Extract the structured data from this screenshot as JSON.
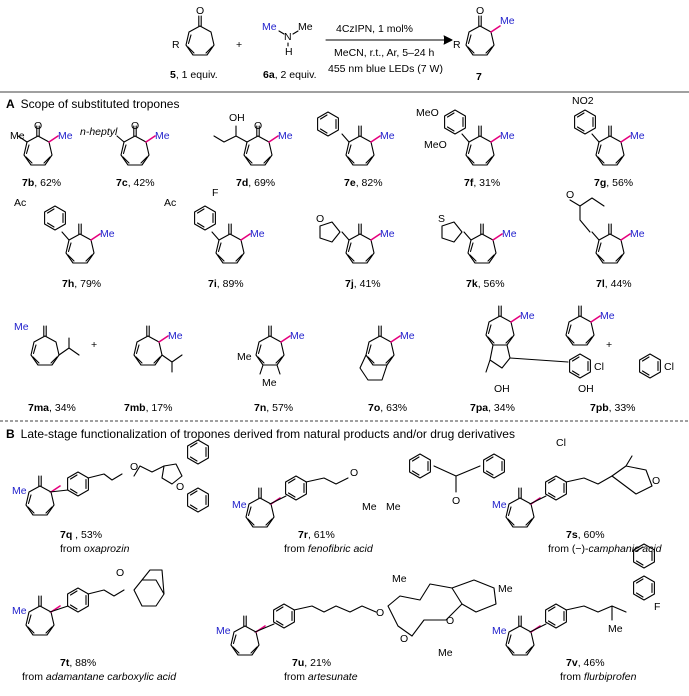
{
  "reaction": {
    "reagent_top": "4CzIPN, 1 mol%",
    "cond_line1": "MeCN, r.t., Ar, 5–24 h",
    "cond_line2": "455 nm blue LEDs (7 W)",
    "sm_num": "5",
    "sm_eq": ", 1 equiv.",
    "amine_num": "6a",
    "amine_eq": ", 2 equiv.",
    "product_num": "7",
    "plus": "+",
    "me": "Me",
    "n": "N",
    "h": "H",
    "r": "R",
    "o": "O"
  },
  "section_a": {
    "letter": "A",
    "title": "Scope of substituted tropones",
    "items": [
      {
        "id": "7b",
        "yield": ", 62%"
      },
      {
        "id": "7c",
        "yield": ", 42%"
      },
      {
        "id": "7d",
        "yield": ", 69%"
      },
      {
        "id": "7e",
        "yield": ", 82%"
      },
      {
        "id": "7f",
        "yield": ", 31%"
      },
      {
        "id": "7g",
        "yield": ", 56%"
      },
      {
        "id": "7h",
        "yield": ", 79%"
      },
      {
        "id": "7i",
        "yield": ", 89%"
      },
      {
        "id": "7j",
        "yield": ", 41%"
      },
      {
        "id": "7k",
        "yield": ", 56%"
      },
      {
        "id": "7l",
        "yield": ", 44%"
      },
      {
        "id": "7ma",
        "yield": ", 34%"
      },
      {
        "id": "7mb",
        "yield": ", 17%"
      },
      {
        "id": "7n",
        "yield": ", 57%"
      },
      {
        "id": "7o",
        "yield": ", 63%"
      },
      {
        "id": "7pa",
        "yield": ", 34%"
      },
      {
        "id": "7pb",
        "yield": ", 33%"
      }
    ],
    "atoms": {
      "nheptyl": "n-heptyl",
      "oh": "OH",
      "meo": "MeO",
      "no2": "NO2",
      "ace": "Ac",
      "f": "F",
      "o": "O",
      "s": "S",
      "cl": "Cl",
      "me": "Me"
    }
  },
  "section_b": {
    "letter": "B",
    "title": "Late-stage functionalization of tropones derived from natural products and/or drug derivatives",
    "items": [
      {
        "id": "7q",
        "yield": " , 53%",
        "from": "from ",
        "source": "oxaprozin"
      },
      {
        "id": "7r",
        "yield": ", 61%",
        "from": "from ",
        "source": "fenofibric acid"
      },
      {
        "id": "7s",
        "yield": ", 60%",
        "from": "from (−)-",
        "source": "camphanic acid"
      },
      {
        "id": "7t",
        "yield": ", 88%",
        "from": "from ",
        "source": "adamantane carboxylic acid"
      },
      {
        "id": "7u",
        "yield": ", 21%",
        "from": "from ",
        "source": "artesunate"
      },
      {
        "id": "7v",
        "yield": ", 46%",
        "from": "from ",
        "source": "flurbiprofen"
      }
    ]
  }
}
